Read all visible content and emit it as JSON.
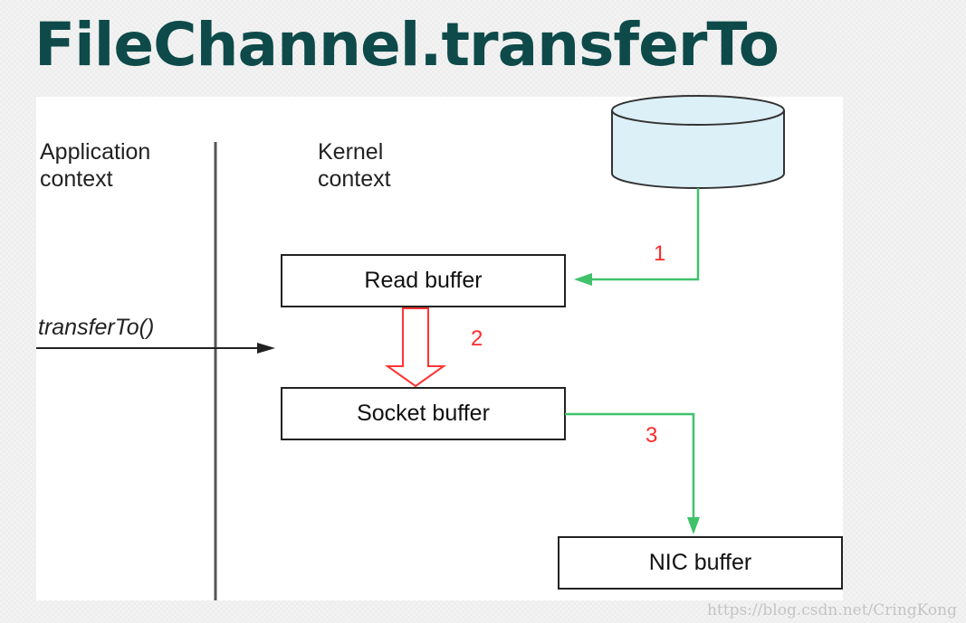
{
  "title": "FileChannel.transferTo",
  "labels": {
    "application_context_line1": "Application",
    "application_context_line2": "context",
    "kernel_context_line1": "Kernel",
    "kernel_context_line2": "context",
    "call": "transferTo()"
  },
  "boxes": {
    "read_buffer": "Read buffer",
    "socket_buffer": "Socket buffer",
    "nic_buffer": "NIC buffer"
  },
  "steps": [
    "1",
    "2",
    "3"
  ],
  "colors": {
    "title": "#0e4a4a",
    "dma_arrow": "#3fc26a",
    "copy_arrow": "#ff3333",
    "step_number": "#ff2a2a",
    "disk_fill": "#dcf0f8"
  },
  "watermark": "https://blog.csdn.net/CringKong"
}
